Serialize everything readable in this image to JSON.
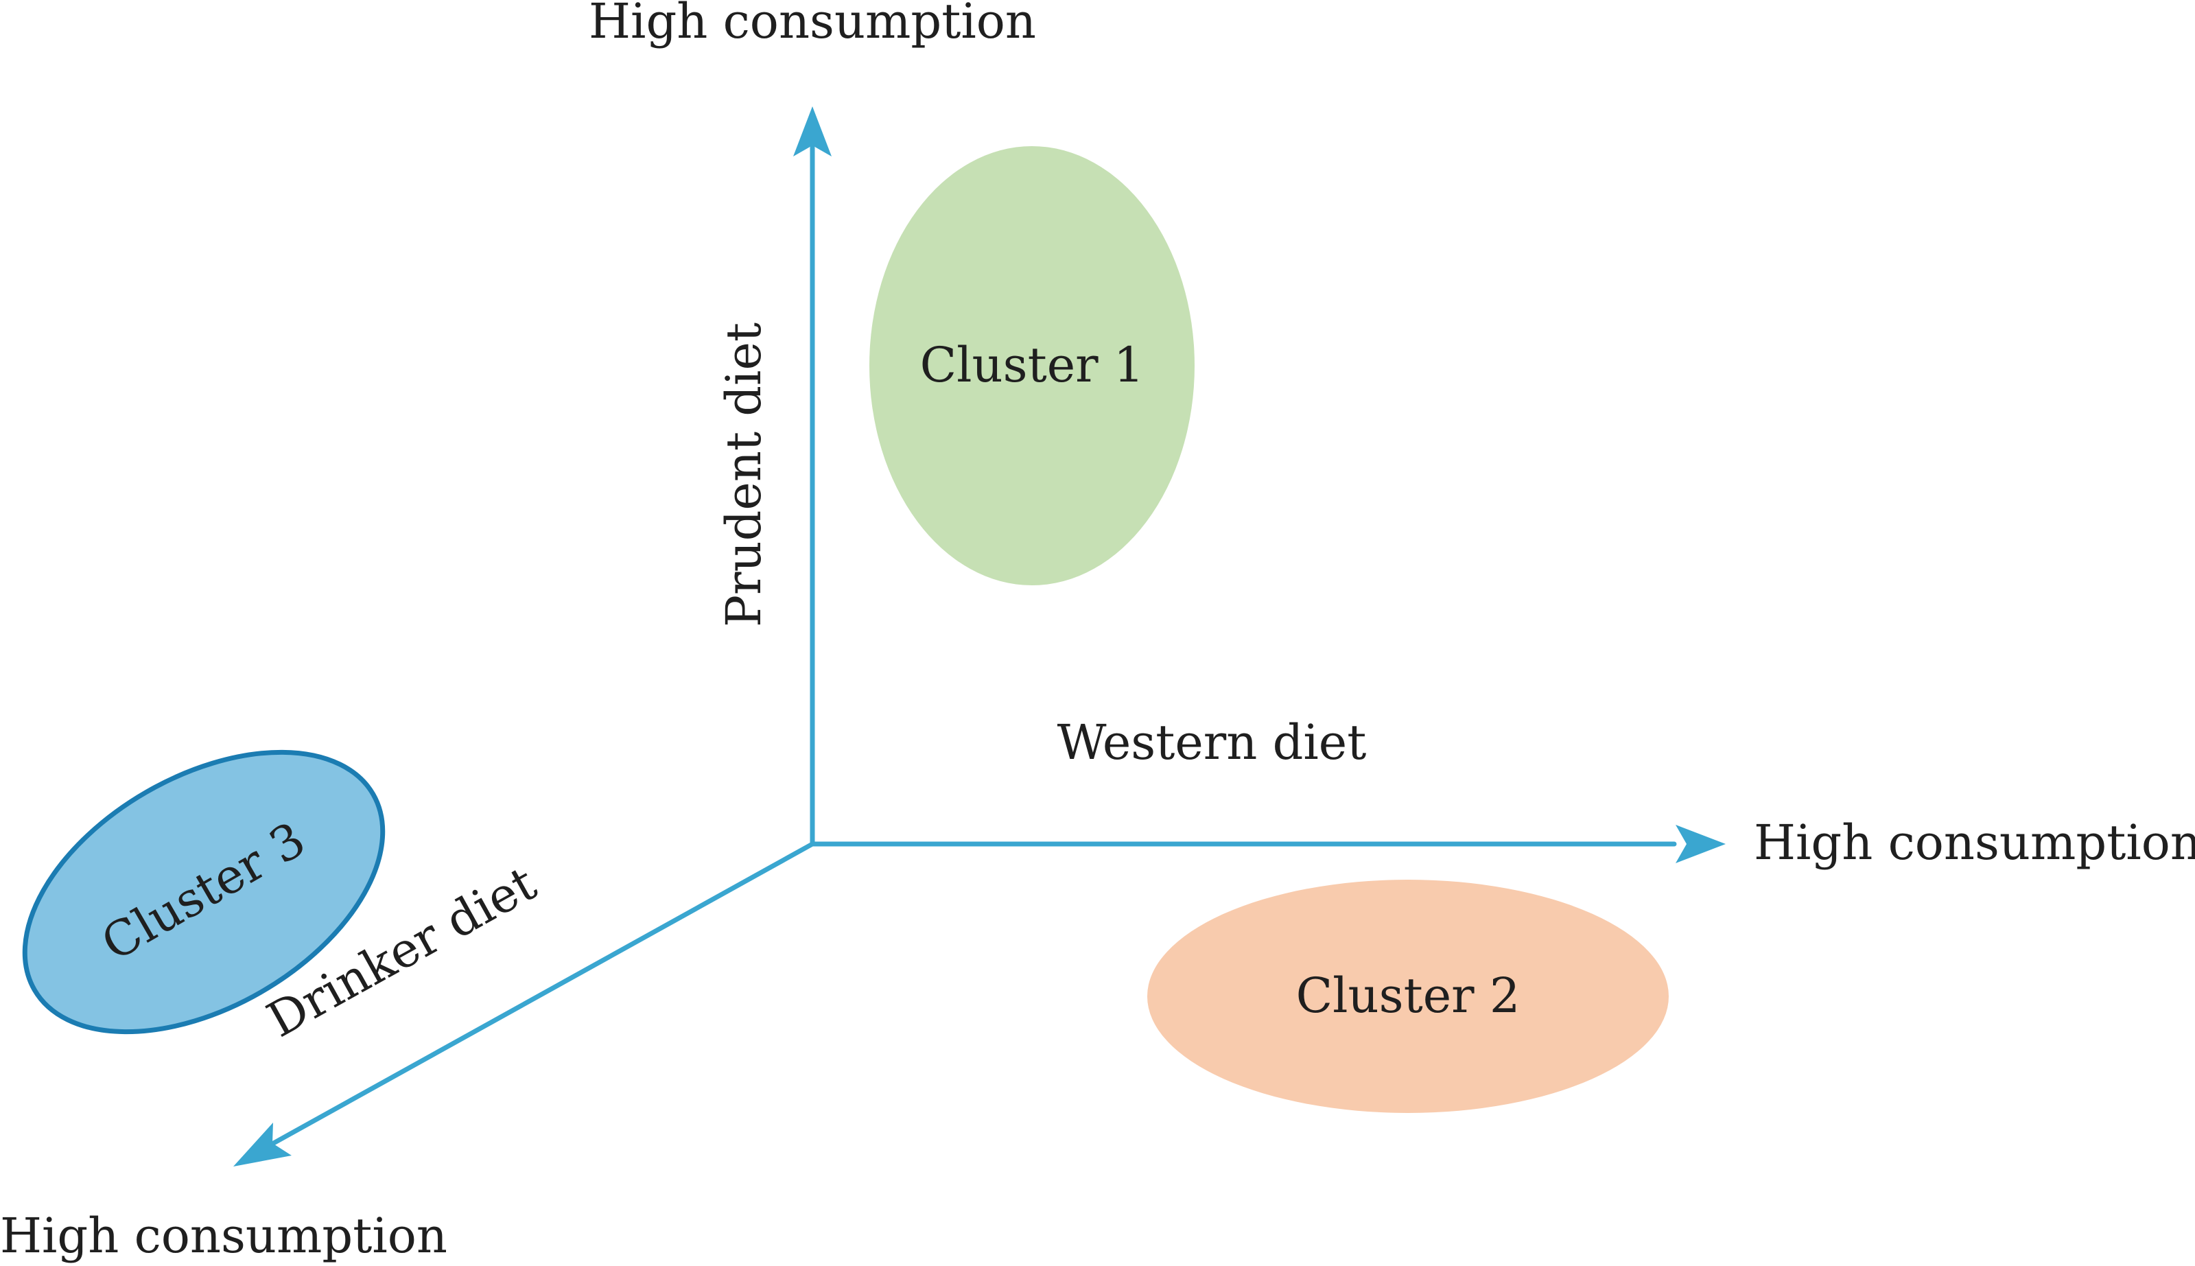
{
  "axes": {
    "vertical": {
      "name": "Prudent diet",
      "end_label": "High consumption"
    },
    "horizontal": {
      "name": "Western diet",
      "end_label": "High consumption"
    },
    "diagonal": {
      "name": "Drinker diet",
      "end_label": "High consumption"
    }
  },
  "clusters": [
    {
      "label": "Cluster 1",
      "color": "#c6e0b4"
    },
    {
      "label": "Cluster 2",
      "color": "#f8cbad"
    },
    {
      "label": "Cluster 3",
      "color": "#84c3e3",
      "outline": "#1b7cb2"
    }
  ],
  "colors": {
    "axis": "#3aa6d0",
    "text": "#1f1f1f",
    "background": "#ffffff"
  }
}
